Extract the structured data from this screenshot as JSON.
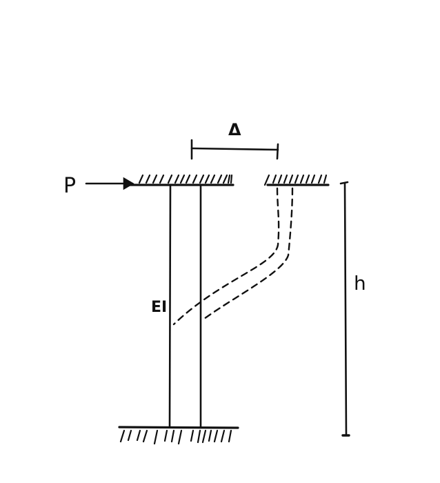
{
  "diagram": {
    "type": "structural-column-sketch",
    "labels": {
      "load": "P",
      "displacement": "Δ",
      "stiffness": "EI",
      "height": "h"
    },
    "colors": {
      "ink": "#111111",
      "background": "#ffffff"
    },
    "elements": [
      {
        "name": "top-support-left",
        "kind": "fixed-support-hatched"
      },
      {
        "name": "top-support-right",
        "kind": "fixed-support-hatched"
      },
      {
        "name": "column",
        "kind": "vertical-member",
        "label": "EI"
      },
      {
        "name": "deflected-column",
        "kind": "dashed-deflected-shape"
      },
      {
        "name": "base-support",
        "kind": "fixed-support-hatched"
      },
      {
        "name": "load-arrow",
        "kind": "horizontal-force",
        "label": "P"
      },
      {
        "name": "displacement-dimension",
        "kind": "dimension-line",
        "label": "Δ"
      },
      {
        "name": "height-dimension",
        "kind": "dimension-line",
        "label": "h"
      }
    ]
  }
}
